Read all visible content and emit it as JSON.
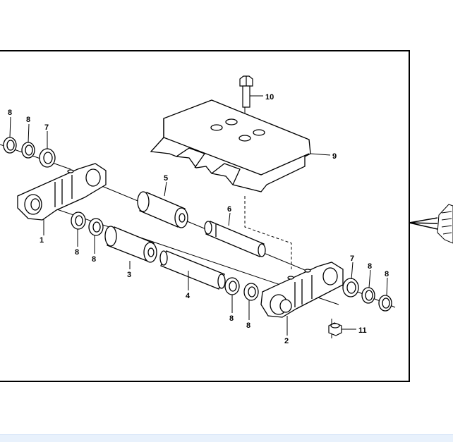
{
  "diagram": {
    "callouts": [
      {
        "id": "c1",
        "text": "1"
      },
      {
        "id": "c2",
        "text": "2"
      },
      {
        "id": "c3",
        "text": "3"
      },
      {
        "id": "c4",
        "text": "4"
      },
      {
        "id": "c5",
        "text": "5"
      },
      {
        "id": "c6",
        "text": "6"
      },
      {
        "id": "c7a",
        "text": "7"
      },
      {
        "id": "c7b",
        "text": "7"
      },
      {
        "id": "c8a",
        "text": "8"
      },
      {
        "id": "c8b",
        "text": "8"
      },
      {
        "id": "c8c",
        "text": "8"
      },
      {
        "id": "c8d",
        "text": "8"
      },
      {
        "id": "c8e",
        "text": "8"
      },
      {
        "id": "c8f",
        "text": "8"
      },
      {
        "id": "c8g",
        "text": "8"
      },
      {
        "id": "c8h",
        "text": "8"
      },
      {
        "id": "c9",
        "text": "9"
      },
      {
        "id": "c10",
        "text": "10"
      },
      {
        "id": "c11",
        "text": "11"
      }
    ]
  },
  "colors": {
    "line": "#000000",
    "background": "#ffffff",
    "footer": "#e8f1fc"
  }
}
